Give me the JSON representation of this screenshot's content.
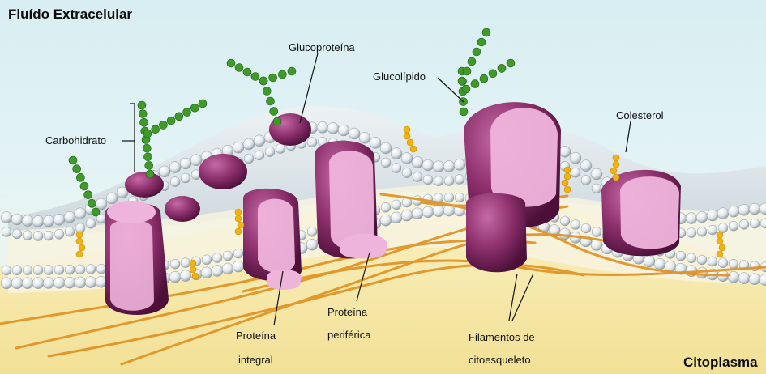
{
  "regions": {
    "top": "Fluído Extracelular",
    "bottom": "Citoplasma"
  },
  "labels": {
    "glycoprotein": "Glucoproteína",
    "glycolipid": "Glucolípido",
    "carbohydrate": "Carbohidrato",
    "cholesterol": "Colesterol",
    "integral_1": "Proteína",
    "integral_2": "integral",
    "peripheral_1": "Proteína",
    "peripheral_2": "periférica",
    "filaments_1": "Filamentos de",
    "filaments_2": "citoesqueleto"
  },
  "colors": {
    "extracellular": "#d8eef2",
    "cytoplasm": "#f4e7a6",
    "phospholipid_head": "#e8eef2",
    "protein": "#8b2f6b",
    "protein_light": "#efb4dc",
    "carbohydrate": "#3f9a2a",
    "cholesterol": "#f0b312",
    "filament": "#e0901e"
  }
}
